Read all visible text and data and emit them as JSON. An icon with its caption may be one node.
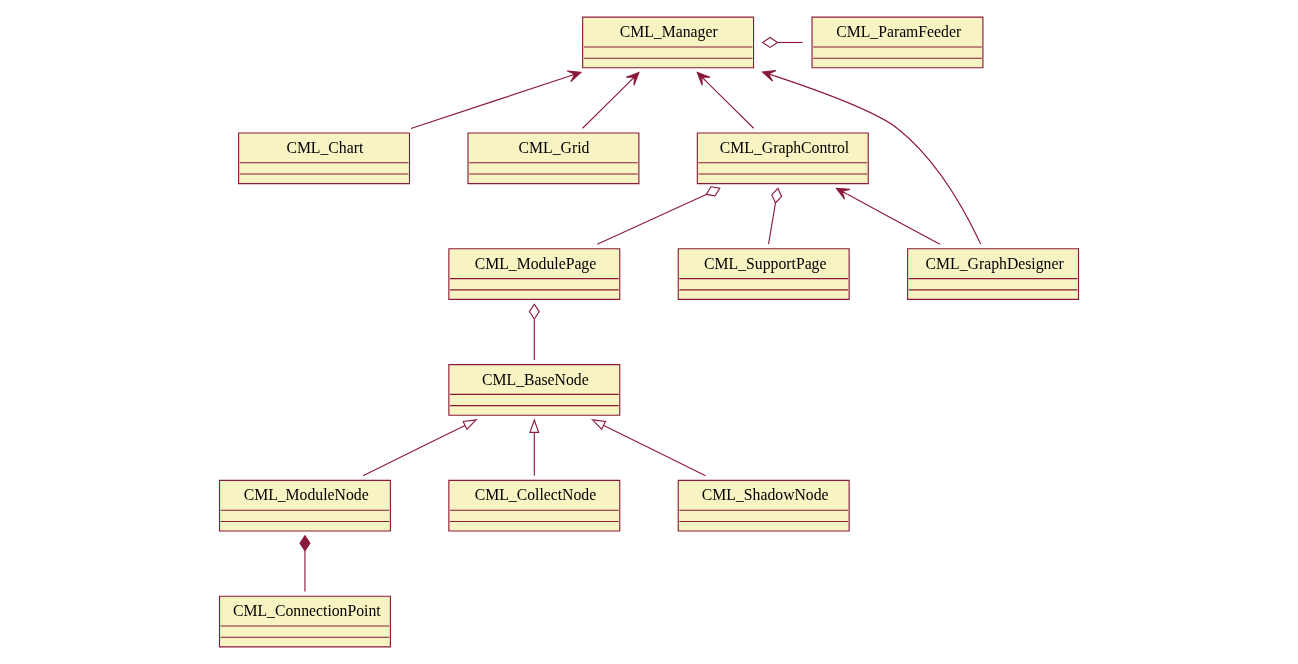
{
  "diagram": {
    "nodes": [
      {
        "text": [
          "CML_Manager"
        ]
      },
      {
        "text": [
          "CML_ParamFeeder"
        ]
      },
      {
        "text": [
          "CML_Chart"
        ]
      },
      {
        "text": [
          "CML_Grid"
        ]
      },
      {
        "text": [
          "CML_GraphControl"
        ]
      },
      {
        "text": [
          "CML_ModulePage"
        ]
      },
      {
        "text": [
          "CML_SupportPage"
        ]
      },
      {
        "text": [
          "CML_GraphDesigner"
        ]
      },
      {
        "text": [
          "CML_BaseNode"
        ]
      },
      {
        "text": [
          "CML_ModuleNode"
        ]
      },
      {
        "text": [
          "CML_CollectNode"
        ]
      },
      {
        "text": [
          "CML_ShadowNode"
        ]
      },
      {
        "text": [
          "CML_ConnectionPoint"
        ]
      }
    ],
    "edges": [
      {
        "from": 0,
        "to": 1,
        "arrow": "other"
      },
      {
        "from": 2,
        "to": 0,
        "arrow": "to"
      },
      {
        "from": 3,
        "to": 0,
        "arrow": "to"
      },
      {
        "from": 4,
        "to": 0,
        "arrow": "to"
      },
      {
        "from": 7,
        "to": 0,
        "arrow": "to"
      },
      {
        "from": 4,
        "to": 5,
        "arrow": "other"
      },
      {
        "from": 4,
        "to": 6,
        "arrow": "other"
      },
      {
        "from": 7,
        "to": 4,
        "arrow": "to"
      },
      {
        "from": 5,
        "to": 8,
        "arrow": "other"
      },
      {
        "from": 9,
        "to": 8,
        "arrow": "to"
      },
      {
        "from": 10,
        "to": 8,
        "arrow": "to"
      },
      {
        "from": 11,
        "to": 8,
        "arrow": "to"
      },
      {
        "from": 9,
        "to": 12,
        "arrow": "other"
      }
    ]
  }
}
